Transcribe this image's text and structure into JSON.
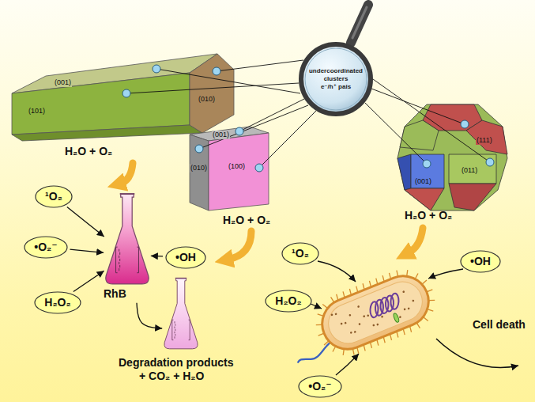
{
  "diagram": {
    "nodes": [
      {
        "text": [
          "undercoordinated clusters",
          "e⁻/h⁺ pais"
        ]
      },
      {
        "text": [
          "¹O₂"
        ]
      },
      {
        "text": [
          "•O₂⁻"
        ]
      },
      {
        "text": [
          "H₂O₂"
        ]
      },
      {
        "text": [
          "•OH"
        ]
      },
      {
        "text": [
          "RhB"
        ]
      },
      {
        "text": [
          "Degradation products",
          "+ CO₂ + H₂O"
        ]
      },
      {
        "text": [
          "¹O₂"
        ]
      },
      {
        "text": [
          "•OH"
        ]
      },
      {
        "text": [
          "H₂O₂"
        ]
      },
      {
        "text": [
          "•O₂⁻"
        ]
      }
    ],
    "edges": [
      {
        "from": 1,
        "to": 5,
        "arrow": "to"
      },
      {
        "from": 2,
        "to": 5,
        "arrow": "to"
      },
      {
        "from": 3,
        "to": 5,
        "arrow": "to"
      },
      {
        "from": 4,
        "to": 5,
        "arrow": "to"
      },
      {
        "from": 5,
        "to": 6,
        "arrow": "to"
      }
    ],
    "labels": [
      "(001)",
      "(101)",
      "(010)",
      "(001)",
      "(010)",
      "(100)",
      "(111)",
      "(001)",
      "(011)",
      "H₂O + O₂",
      "H₂O + O₂",
      "H₂O + O₂",
      "Cell death"
    ]
  }
}
